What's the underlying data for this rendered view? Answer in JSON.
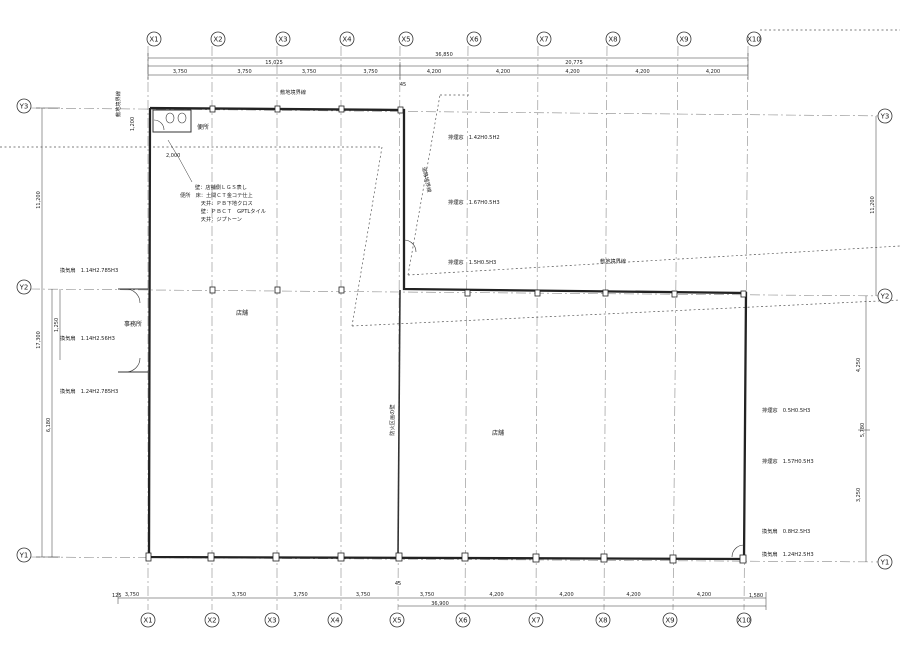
{
  "axes_x": [
    "X1",
    "X2",
    "X3",
    "X4",
    "X5",
    "X6",
    "X7",
    "X8",
    "X9",
    "X10"
  ],
  "axes_y": [
    "Y3",
    "Y2",
    "Y1"
  ],
  "dims_top_total": "36,850",
  "dims_top_sub_left": "15,025",
  "dims_top_sub_right": "20,775",
  "dims_top_spans": [
    "3,750",
    "3,750",
    "3,750",
    "3,750",
    "4,200",
    "4,200",
    "4,200",
    "4,200",
    "4,200"
  ],
  "dims_bottom_spans": [
    "3,750",
    "3,750",
    "3,750",
    "3,750",
    "3,750",
    "4,200",
    "4,200",
    "4,200",
    "4,200"
  ],
  "dims_bottom_edge": "1,580",
  "dims_bottom_total": "36,900",
  "dims_bottom_lead": "125",
  "dims_left_total": "17,300",
  "dims_left_upper": "11,200",
  "dims_left_lower": "6,180",
  "dims_left_small": "1,250",
  "dims_right_upper": "11,200",
  "dims_right_lower": "5,780",
  "dims_right_a": "4,250",
  "dims_right_b": "3,250",
  "mark_45_top": "45",
  "mark_45_bottom": "45",
  "dim_toilet_w": "1,200",
  "dim_toilet_h": "2,000",
  "rooms": {
    "shop_left": "店舗",
    "shop_right": "店舗",
    "office": "事務所",
    "toilet": "便所"
  },
  "finish_notes": [
    "壁：店舗側ＬＧＳ表し",
    "便所　床：土間ＣＴ金コテ仕上",
    "　　　　天井：ＰＢ下地クロス",
    "　　　　壁：ＰＢＣＴ　GPTLタイル",
    "　　　　天井：ジプトーン"
  ],
  "windows_left": [
    "換気扇　1.14H2.785H3",
    "換気扇　1.14H2.56H3",
    "換気扇　1.24H2.785H3"
  ],
  "windows_upper_right": [
    "排煙窓　1.42H0.5H2",
    "排煙窓　1.67H0.5H3",
    "排煙窓　1.5H0.5H3"
  ],
  "windows_lower_right": [
    "排煙窓　0.5H0.5H3",
    "排煙窓　1.57H0.5H3",
    "換気扇　0.8H2.5H3",
    "換気扇　1.24H2.5H3"
  ],
  "label_wall_top": "敷地境界線",
  "label_wall_right_upper": "敷地境界線",
  "label_partition": "防火区画の壁",
  "label_diag": "道路境界線",
  "label_boundary_right": "敷地境界線"
}
